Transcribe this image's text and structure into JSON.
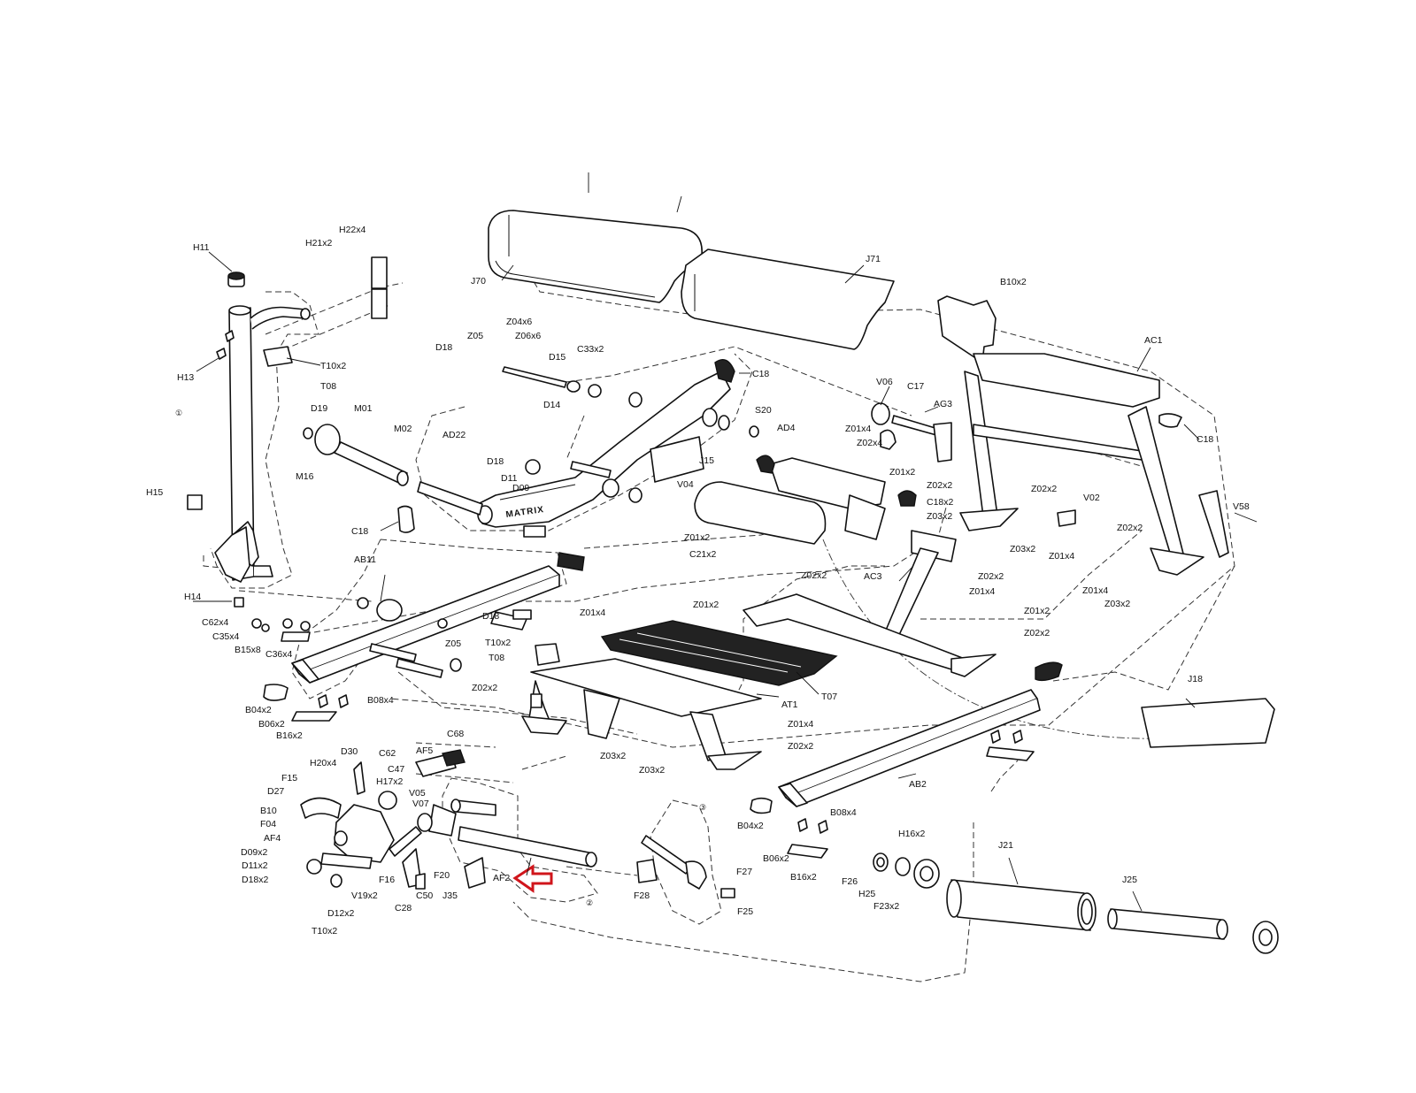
{
  "diagram": {
    "brand_logo": "MATRIX",
    "group_markers": [
      "①",
      "②",
      "③"
    ],
    "highlight_color": "#d0151b",
    "highlighted_part": "AF2",
    "labels": {
      "H22x4": "H22x4",
      "H21x2": "H21x2",
      "H11": "H11",
      "H13": "H13",
      "H15": "H15",
      "H14": "H14",
      "T10x2_a": "T10x2",
      "T08_a": "T08",
      "J70": "J70",
      "Z04x6": "Z04x6",
      "Z06x6": "Z06x6",
      "J71": "J71",
      "B10x2": "B10x2",
      "AC1": "AC1",
      "C18_a": "C18",
      "C18_b": "C18",
      "C18_c": "C18",
      "D18_a": "D18",
      "Z05_a": "Z05",
      "D15": "D15",
      "C33x2": "C33x2",
      "D14": "D14",
      "D19": "D19",
      "M01": "M01",
      "M02": "M02",
      "M16": "M16",
      "AD22": "AD22",
      "D18_b": "D18",
      "D11": "D11",
      "D09": "D09",
      "V04": "V04",
      "J15": "J15",
      "S20": "S20",
      "V06": "V06",
      "C17": "C17",
      "AG3": "AG3",
      "AD4": "AD4",
      "Z01x4_a": "Z01x4",
      "Z02x4": "Z02x4",
      "Z01x2_a": "Z01x2",
      "Z02x2_a": "Z02x2",
      "C18x2": "C18x2",
      "Z03x2_a": "Z03x2",
      "Z02x2_b": "Z02x2",
      "V02": "V02",
      "V58": "V58",
      "Z02x2_c": "Z02x2",
      "Z03x2_b": "Z03x2",
      "Z01x4_b": "Z01x4",
      "Z01x2_b": "Z01x2",
      "C21x2": "C21x2",
      "Z02x2_d": "Z02x2",
      "Z02x2_e": "Z02x2",
      "Z01x4_c": "Z01x4",
      "Z01x4_d": "Z01x4",
      "Z03x2_c": "Z03x2",
      "AB11": "AB11",
      "AC3": "AC3",
      "Z01x2_c": "Z01x2",
      "Z01x2_d": "Z01x2",
      "Z02x2_f": "Z02x2",
      "C62x4": "C62x4",
      "C35x4": "C35x4",
      "B15x8": "B15x8",
      "C36x4": "C36x4",
      "D18_c": "D18",
      "Z05_b": "Z05",
      "T10x2_b": "T10x2",
      "T08_b": "T08",
      "Z01x4_e": "Z01x4",
      "T07": "T07",
      "J18": "J18",
      "B04x2_a": "B04x2",
      "B08x4_a": "B08x4",
      "B06x2_a": "B06x2",
      "B16x2_a": "B16x2",
      "Z02x2_g": "Z02x2",
      "AT1": "AT1",
      "Z01x4_f": "Z01x4",
      "Z02x2_h": "Z02x2",
      "Z03x2_d": "Z03x2",
      "Z03x2_e": "Z03x2",
      "AB2": "AB2",
      "D30": "D30",
      "C62": "C62",
      "AF5": "AF5",
      "C68": "C68",
      "H20x4": "H20x4",
      "C47": "C47",
      "H17x2": "H17x2",
      "F15": "F15",
      "D27": "D27",
      "V05": "V05",
      "V07": "V07",
      "B10": "B10",
      "F04": "F04",
      "AF4": "AF4",
      "D09x2": "D09x2",
      "D11x2": "D11x2",
      "D18x2": "D18x2",
      "F16": "F16",
      "F20": "F20",
      "AF2": "AF2",
      "V19x2": "V19x2",
      "D12x2": "D12x2",
      "T10x2_c": "T10x2",
      "C28": "C28",
      "C50": "C50",
      "J35": "J35",
      "F28": "F28",
      "F27": "F27",
      "F25": "F25",
      "B04x2_b": "B04x2",
      "B08x4_b": "B08x4",
      "B06x2_b": "B06x2",
      "B16x2_b": "B16x2",
      "H16x2": "H16x2",
      "J21": "J21",
      "F26": "F26",
      "H25": "H25",
      "F23x2": "F23x2",
      "J25": "J25"
    }
  }
}
